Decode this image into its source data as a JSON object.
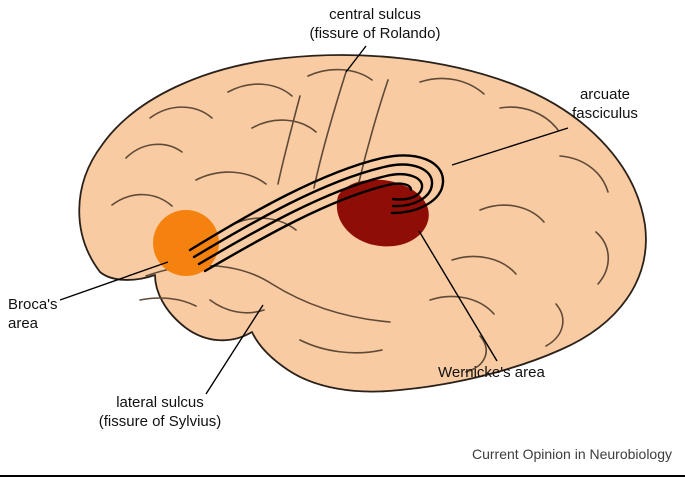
{
  "figure": {
    "attribution": "Current Opinion in Neurobiology"
  },
  "labels": {
    "central_sulcus": "central sulcus\n(fissure of Rolando)",
    "arcuate_fasciculus": "arcuate\nfasciculus",
    "brocas_area": "Broca's\narea",
    "wernickes_area": "Wernicke's area",
    "lateral_sulcus": "lateral sulcus\n(fissure of Sylvius)"
  },
  "colors": {
    "brain_fill": "#F8CBA2",
    "brain_outline": "#2a211b",
    "sulci": "#5f4a38",
    "broca": "#F5820E",
    "wernicke": "#8E0D06",
    "leader_line": "#000000"
  }
}
